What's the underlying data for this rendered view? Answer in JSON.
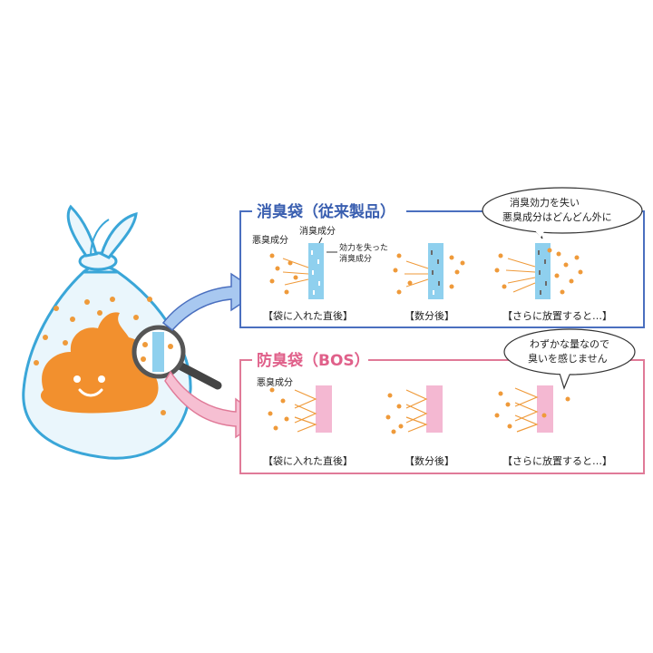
{
  "colors": {
    "blue_frame": "#4a6fbf",
    "pink_frame": "#e07a98",
    "odor_dot": "#ef9a3a",
    "deodorant_layer": "#8fd0ee",
    "barrier_layer": "#f4b8d2",
    "poop": "#f2902e",
    "bag_outline": "#3aa6d8"
  },
  "conventional": {
    "title": "消臭袋（従来製品）",
    "label_odor": "悪臭成分",
    "label_deodorant": "消臭成分",
    "label_spent_1": "効力を失った",
    "label_spent_2": "消臭成分",
    "bubble_line1": "消臭効力を失い",
    "bubble_line2": "悪臭成分はどんどん外に",
    "stages": [
      "【袋に入れた直後】",
      "【数分後】",
      "【さらに放置すると…】"
    ]
  },
  "bos": {
    "title": "防臭袋（BOS）",
    "label_odor": "悪臭成分",
    "bubble_line1": "わずかな量なので",
    "bubble_line2": "臭いを感じません",
    "stages": [
      "【袋に入れた直後】",
      "【数分後】",
      "【さらに放置すると…】"
    ]
  },
  "icons": {
    "bag": "trash-bag-with-poop-icon",
    "magnifier": "magnifying-glass-icon",
    "arrow_blue": "arrow-right-blue-icon",
    "arrow_pink": "arrow-right-pink-icon"
  }
}
